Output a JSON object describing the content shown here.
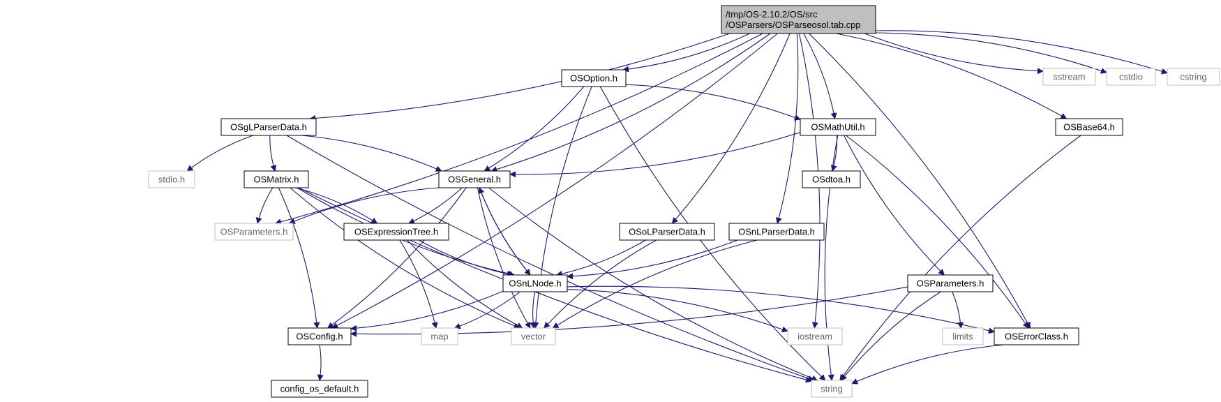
{
  "colors": {
    "edge": "#191970",
    "root_fill": "#bfbfbf",
    "node_border": "#000000",
    "ext_border": "#bfbfbf",
    "text": "#000000"
  },
  "nodes": {
    "root": {
      "lines": [
        "/tmp/OS-2.10.2/OS/src",
        "/OSParsers/OSParseosol.tab.cpp"
      ],
      "kind": "root"
    },
    "osoption": {
      "label": "OSOption.h",
      "kind": "internal"
    },
    "osglparserdata": {
      "label": "OSgLParserData.h",
      "kind": "internal"
    },
    "osmathutil": {
      "label": "OSMathUtil.h",
      "kind": "internal"
    },
    "osbase64": {
      "label": "OSBase64.h",
      "kind": "internal"
    },
    "sstream": {
      "label": "sstream",
      "kind": "external"
    },
    "cstdio": {
      "label": "cstdio",
      "kind": "external"
    },
    "cstring": {
      "label": "cstring",
      "kind": "external"
    },
    "stdio": {
      "label": "stdio.h",
      "kind": "external"
    },
    "osmatrix": {
      "label": "OSMatrix.h",
      "kind": "internal"
    },
    "osgeneral": {
      "label": "OSGeneral.h",
      "kind": "internal"
    },
    "osdtoa": {
      "label": "OSdtoa.h",
      "kind": "internal"
    },
    "osparameters_ext": {
      "label": "OSParameters.h",
      "kind": "external"
    },
    "osexpressiontree": {
      "label": "OSExpressionTree.h",
      "kind": "internal"
    },
    "osolparserdata": {
      "label": "OSoLParserData.h",
      "kind": "internal"
    },
    "osnlparserdata": {
      "label": "OSnLParserData.h",
      "kind": "internal"
    },
    "osnlnode": {
      "label": "OSnLNode.h",
      "kind": "internal"
    },
    "osparameters": {
      "label": "OSParameters.h",
      "kind": "internal"
    },
    "osconfig": {
      "label": "OSConfig.h",
      "kind": "internal"
    },
    "map": {
      "label": "map",
      "kind": "external"
    },
    "vector": {
      "label": "vector",
      "kind": "external"
    },
    "iostream": {
      "label": "iostream",
      "kind": "external"
    },
    "limits": {
      "label": "limits",
      "kind": "external"
    },
    "oserrorclass": {
      "label": "OSErrorClass.h",
      "kind": "internal"
    },
    "config_os_default": {
      "label": "config_os_default.h",
      "kind": "internal"
    },
    "string": {
      "label": "string",
      "kind": "external"
    }
  },
  "edges": [
    [
      "root",
      "osoption"
    ],
    [
      "root",
      "osglparserdata"
    ],
    [
      "root",
      "osgeneral"
    ],
    [
      "root",
      "osparameters_ext"
    ],
    [
      "root",
      "osconfig"
    ],
    [
      "root",
      "osmathutil"
    ],
    [
      "root",
      "osolparserdata"
    ],
    [
      "root",
      "osnlparserdata"
    ],
    [
      "root",
      "iostream"
    ],
    [
      "root",
      "oserrorclass"
    ],
    [
      "root",
      "osbase64"
    ],
    [
      "root",
      "sstream"
    ],
    [
      "root",
      "cstdio"
    ],
    [
      "root",
      "cstring"
    ],
    [
      "osoption",
      "osgeneral"
    ],
    [
      "osoption",
      "osmathutil"
    ],
    [
      "osoption",
      "vector"
    ],
    [
      "osoption",
      "string"
    ],
    [
      "osglparserdata",
      "stdio"
    ],
    [
      "osglparserdata",
      "osmatrix"
    ],
    [
      "osglparserdata",
      "osgeneral"
    ],
    [
      "osglparserdata",
      "string"
    ],
    [
      "osmathutil",
      "osgeneral"
    ],
    [
      "osmathutil",
      "osdtoa"
    ],
    [
      "osmathutil",
      "osparameters"
    ],
    [
      "osmathutil",
      "oserrorclass"
    ],
    [
      "osmathutil",
      "string"
    ],
    [
      "osbase64",
      "string"
    ],
    [
      "osmatrix",
      "osparameters_ext"
    ],
    [
      "osmatrix",
      "osexpressiontree"
    ],
    [
      "osmatrix",
      "osnlnode"
    ],
    [
      "osmatrix",
      "osconfig"
    ],
    [
      "osmatrix",
      "vector"
    ],
    [
      "osmatrix",
      "string"
    ],
    [
      "osgeneral",
      "osparameters_ext"
    ],
    [
      "osgeneral",
      "osexpressiontree"
    ],
    [
      "osgeneral",
      "osnlnode"
    ],
    [
      "osgeneral",
      "osconfig"
    ],
    [
      "osgeneral",
      "vector"
    ],
    [
      "osgeneral",
      "string"
    ],
    [
      "osexpressiontree",
      "osnlnode"
    ],
    [
      "osexpressiontree",
      "map"
    ],
    [
      "osexpressiontree",
      "vector"
    ],
    [
      "osolparserdata",
      "osnlnode"
    ],
    [
      "osolparserdata",
      "vector"
    ],
    [
      "osnlparserdata",
      "osnlnode"
    ],
    [
      "osnlparserdata",
      "vector"
    ],
    [
      "osnlnode",
      "osgeneral"
    ],
    [
      "osnlnode",
      "osconfig"
    ],
    [
      "osnlnode",
      "map"
    ],
    [
      "osnlnode",
      "vector"
    ],
    [
      "osnlnode",
      "iostream"
    ],
    [
      "osnlnode",
      "oserrorclass"
    ],
    [
      "osparameters",
      "osconfig"
    ],
    [
      "osparameters",
      "limits"
    ],
    [
      "osparameters",
      "string"
    ],
    [
      "osconfig",
      "config_os_default"
    ],
    [
      "oserrorclass",
      "string"
    ]
  ]
}
